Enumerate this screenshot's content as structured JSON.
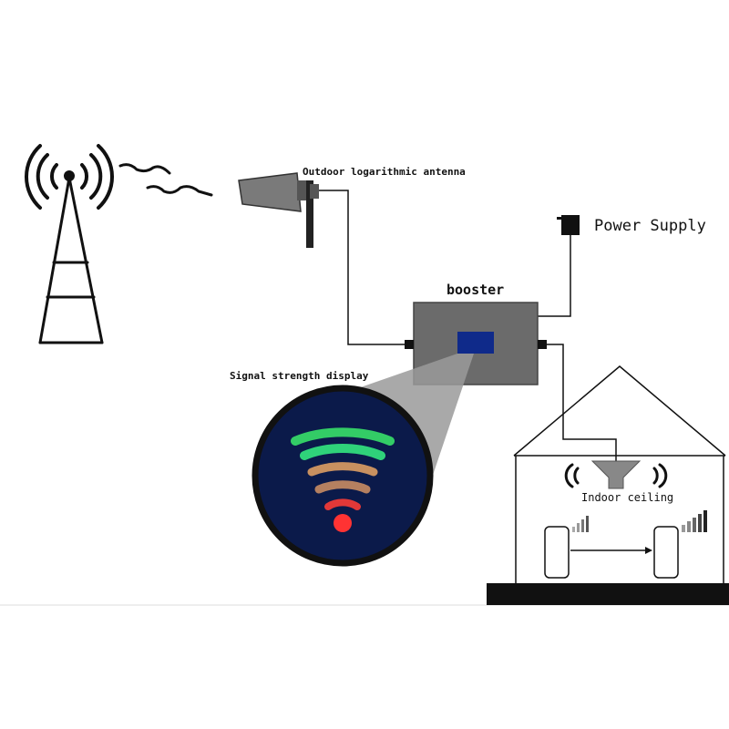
{
  "labels": {
    "outdoor_antenna": "Outdoor logarithmic antenna",
    "power_supply": "Power Supply",
    "booster": "booster",
    "signal_display": "Signal strength display",
    "indoor_ceiling": "Indoor ceiling"
  },
  "colors": {
    "line": "#111111",
    "booster_body": "#6b6b6b",
    "booster_screen": "#0f2a8a",
    "display_bg": "#0b1a4a",
    "display_ring": "#111111",
    "zoom_cone": "#9a9a9a",
    "arc_outer": "#33cc66",
    "arc_middle": "#2fd27a",
    "arc_inner_1": "#c89060",
    "arc_inner_2": "#b58060",
    "arc_small": "#e23838",
    "dot": "#ff3333",
    "ground": "#111111"
  },
  "icons": [
    "cell-tower-icon",
    "radio-wave-icon",
    "log-periodic-antenna-icon",
    "power-adapter-icon",
    "booster-device-icon",
    "wifi-signal-icon",
    "ceiling-antenna-icon",
    "smartphone-icon",
    "signal-bars-icon",
    "house-icon"
  ]
}
